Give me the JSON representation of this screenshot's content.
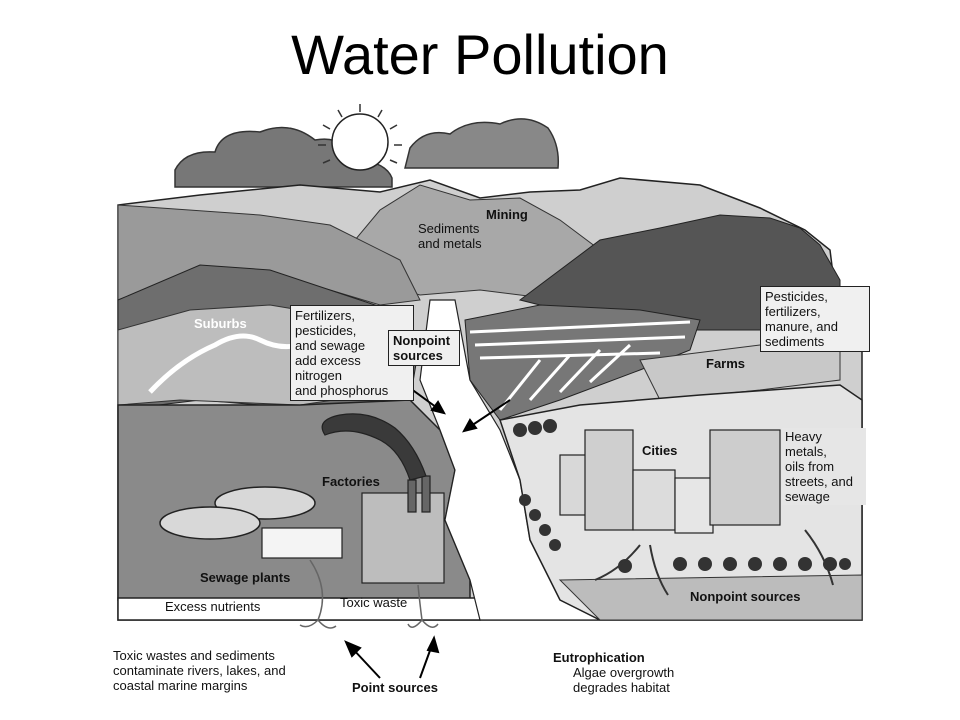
{
  "title": "Water Pollution",
  "labels": {
    "mining": "Mining",
    "mining_desc_1": "Sediments",
    "mining_desc_2": "and metals",
    "suburbs": "Suburbs",
    "fertilizer_box": [
      "Fertilizers,",
      "pesticides,",
      "and sewage",
      "add excess",
      "nitrogen",
      "and phosphorus"
    ],
    "nonpoint_top_1": "Nonpoint",
    "nonpoint_top_2": "sources",
    "farm_box": [
      "Pesticides,",
      "fertilizers,",
      "manure, and",
      "sediments"
    ],
    "farms": "Farms",
    "cities": "Cities",
    "city_desc": [
      "Heavy",
      "metals,",
      "oils from",
      "streets, and",
      "sewage"
    ],
    "factories": "Factories",
    "sewage_plants": "Sewage plants",
    "excess_nutrients": "Excess nutrients",
    "toxic_waste": "Toxic waste",
    "nonpoint_bottom": "Nonpoint sources",
    "toxic_desc": [
      "Toxic wastes and sediments",
      "contaminate rivers, lakes, and",
      "coastal marine margins"
    ],
    "point_sources": "Point sources",
    "eutrophication": "Eutrophication",
    "eutro_desc_1": "Algae overgrowth",
    "eutro_desc_2": "degrades habitat"
  }
}
